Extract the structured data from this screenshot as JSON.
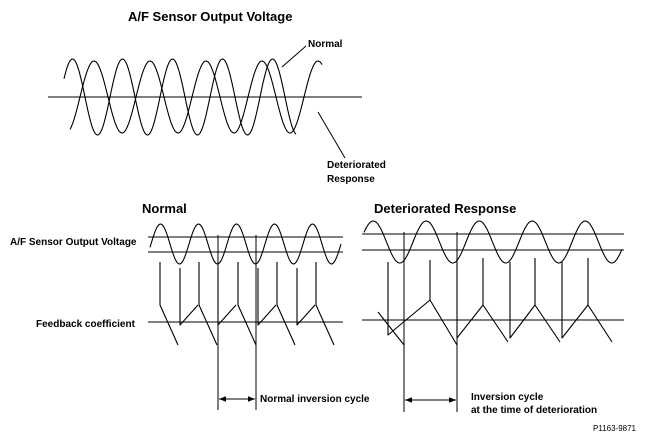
{
  "top_diagram": {
    "title": "A/F Sensor Output Voltage",
    "normal_label": "Normal",
    "deteriorated_label_line1": "Deteriorated",
    "deteriorated_label_line2": "Response"
  },
  "bottom_diagram": {
    "normal_heading": "Normal",
    "deteriorated_heading": "Deteriorated Response",
    "sensor_label": "A/F Sensor Output Voltage",
    "feedback_label": "Feedback coefficient",
    "normal_cycle_label": "Normal inversion cycle",
    "deteriorated_cycle_line1": "Inversion cycle",
    "deteriorated_cycle_line2": "at the time of deterioration"
  },
  "figure_code": "P1163-9871"
}
